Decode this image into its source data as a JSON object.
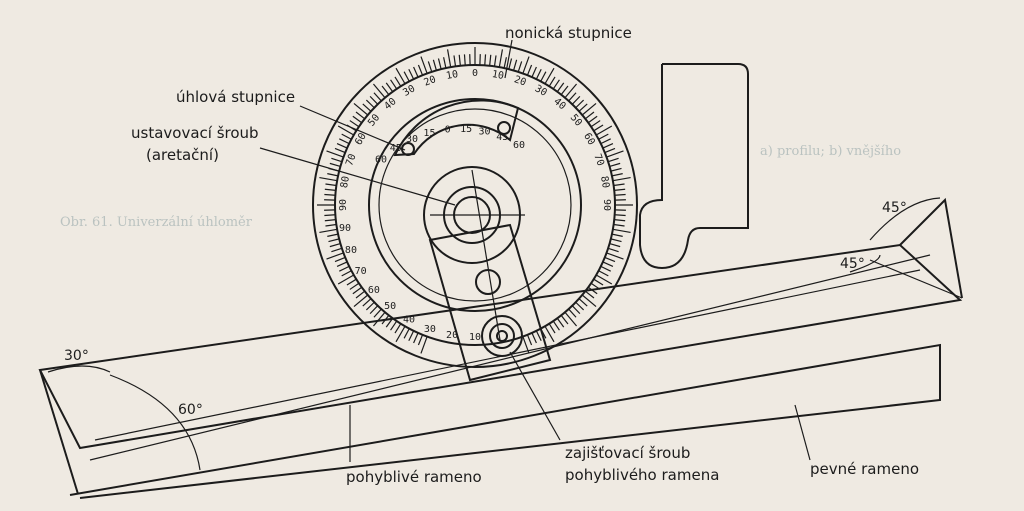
{
  "labels": {
    "nonius": "nonická stupnice",
    "angular_scale": "úhlová stupnice",
    "set_screw_line1": "ustavovací šroub",
    "set_screw_line2": "(aretační)",
    "movable_arm": "pohyblivé rameno",
    "locking_screw_line1": "zajišťovací šroub",
    "locking_screw_line2": "pohyblivého ramena",
    "fixed_arm": "pevné rameno"
  },
  "angles": {
    "left_top": "30°",
    "left_bottom": "60°",
    "right_top": "45°",
    "right_mid": "45°"
  },
  "scale_numbers": {
    "main_upper": [
      "90",
      "80",
      "70",
      "60",
      "50",
      "40",
      "30",
      "20",
      "10",
      "0",
      "10",
      "20",
      "30",
      "40",
      "50",
      "60",
      "70",
      "80",
      "90"
    ],
    "main_lower": [
      "90",
      "80",
      "70",
      "60",
      "50",
      "40",
      "30",
      "20",
      "10"
    ],
    "nonius": [
      "60",
      "45",
      "30",
      "15",
      "0",
      "15",
      "30",
      "45",
      "60"
    ]
  },
  "bleed_through_text": {
    "line1": "a) profilu; b) vnějšího",
    "line2": "Obr. 61. Univerzální úhloměr"
  }
}
